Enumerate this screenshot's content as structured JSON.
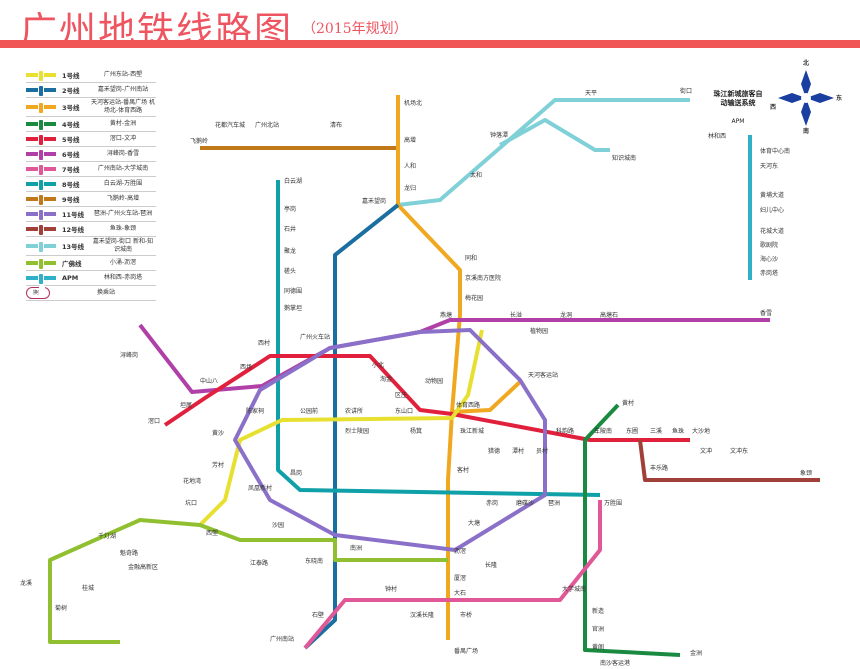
{
  "header": {
    "title": "广州地铁线路图",
    "subtitle": "（2015年规划）"
  },
  "legend": [
    {
      "line": "1号线",
      "route": "广州东站-西塱",
      "color": "#e8e030"
    },
    {
      "line": "2号线",
      "route": "嘉禾望岗-广州南站",
      "color": "#1a6fa0"
    },
    {
      "line": "3号线",
      "route": "天河客运站-番禺广场 机场北-体育西路",
      "color": "#f0a820"
    },
    {
      "line": "4号线",
      "route": "黄村-金洲",
      "color": "#1a8a40"
    },
    {
      "line": "5号线",
      "route": "滘口-文冲",
      "color": "#e0203c"
    },
    {
      "line": "6号线",
      "route": "浔峰岗-香雪",
      "color": "#b040a8"
    },
    {
      "line": "7号线",
      "route": "广州南站-大学城南",
      "color": "#e05898"
    },
    {
      "line": "8号线",
      "route": "白云湖-万胜围",
      "color": "#10a0a8"
    },
    {
      "line": "9号线",
      "route": "飞鹅岭-高增",
      "color": "#c07818"
    },
    {
      "line": "11号线",
      "route": "琶洲-广州火车站-琶洲",
      "color": "#8a70c8"
    },
    {
      "line": "12号线",
      "route": "鱼珠-象颈",
      "color": "#a04038"
    },
    {
      "line": "13号线",
      "route": "嘉禾望岗-街口 新和-知识城南",
      "color": "#80d0d8"
    },
    {
      "line": "广佛线",
      "route": "小涌-沥滘",
      "color": "#90c030"
    },
    {
      "line": "APM",
      "route": "林和西-赤岗塔",
      "color": "#30b0c8"
    }
  ],
  "transfer_label": "换乘站",
  "transfer_badge": "换乘",
  "compass": {
    "n": "北",
    "s": "南",
    "e": "东",
    "w": "西"
  },
  "apm_title": "珠江新城旅客自动输送系统",
  "apm_sub": "APM",
  "stations": [
    "机场北",
    "高增",
    "人和",
    "龙归",
    "嘉禾望岗",
    "同和",
    "京溪南方医院",
    "梅花园",
    "燕塘",
    "天河客运站",
    "白云湖",
    "亭岗",
    "石井",
    "聚龙",
    "槎头",
    "同德围",
    "鹅掌坦",
    "西村",
    "飞鹅岭",
    "花都汽车城",
    "广州北站",
    "清布",
    "天平",
    "街口",
    "钟落潭",
    "太和",
    "知识城南",
    "林和西",
    "体育中心南",
    "天河东",
    "黄埔大道",
    "妇儿中心",
    "花城大道",
    "歌剧院",
    "海心沙",
    "赤岗塔",
    "浔峰岗",
    "滘口",
    "坦尾",
    "中山八",
    "西场",
    "广州火车站",
    "小北",
    "淘金",
    "区庄",
    "动物园",
    "杨箕",
    "体育西路",
    "珠江新城",
    "猎德",
    "潭村",
    "员村",
    "科韵路",
    "车陂南",
    "东圃",
    "三溪",
    "鱼珠",
    "大沙地",
    "文冲",
    "长湴",
    "植物园",
    "龙洞",
    "高塘石",
    "香雪",
    "黄村",
    "西塱",
    "坑口",
    "花地湾",
    "芳村",
    "黄沙",
    "陈家祠",
    "公园前",
    "农讲所",
    "东山口",
    "烈士陵园",
    "客村",
    "赤岗",
    "磨碟沙",
    "琶洲",
    "万胜围",
    "大塘",
    "沥滘",
    "厦滘",
    "大石",
    "汉溪长隆",
    "市桥",
    "番禺广场",
    "广州南站",
    "石壁",
    "钟村",
    "长隆",
    "大学城南",
    "新造",
    "官洲",
    "金洲",
    "黄阁",
    "南沙客运港",
    "千灯湖",
    "魁奇路",
    "金融高新区",
    "桂城",
    "龙溪",
    "菊树",
    "沙园",
    "凤凰新村",
    "昌岗",
    "江泰路",
    "东晓南",
    "南洲",
    "象颈",
    "丰乐路",
    "文冲东"
  ]
}
